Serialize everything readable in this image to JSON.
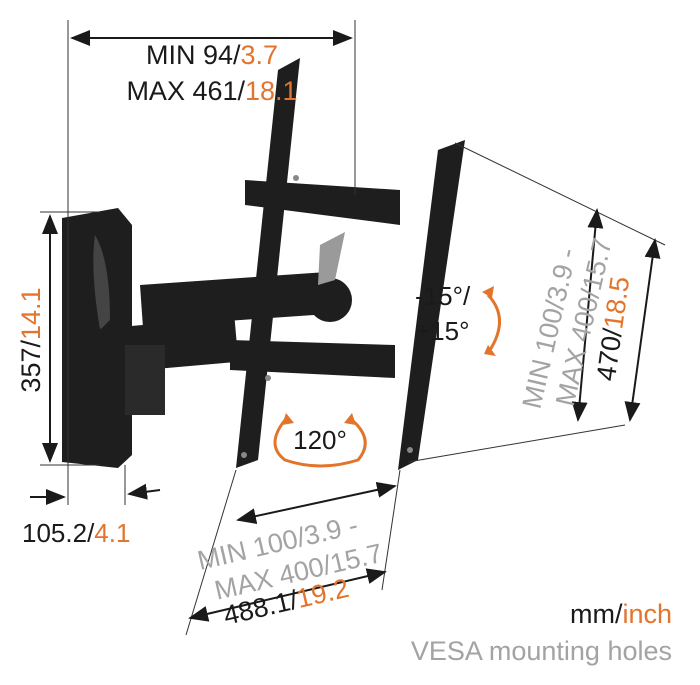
{
  "top_dim": {
    "min_prefix": "MIN 94/",
    "min_inch": "3.7",
    "max_prefix": "MAX 461/",
    "max_inch": "18.1"
  },
  "height_dim": {
    "mm": "357/",
    "inch": "14.1"
  },
  "depth_dim": {
    "mm": "105.2/",
    "inch": "4.1"
  },
  "vesa_horizontal": {
    "line1": "MIN 100/3.9 -",
    "line2": "MAX 400/15.7"
  },
  "width_dim": {
    "mm": "488.1/",
    "inch": "19.2"
  },
  "tilt": {
    "line1": "-15°/",
    "line2": "+15°"
  },
  "swivel": {
    "label": "120°"
  },
  "vesa_vertical": {
    "line1": "MIN 100/3.9 -",
    "line2": "MAX 400/15.7"
  },
  "plate_height_dim": {
    "mm": "470/",
    "inch": "18.5"
  },
  "legend": {
    "unit_mm": "mm/",
    "unit_inch": "inch",
    "caption": "VESA mounting holes"
  },
  "colors": {
    "accent": "#e2742c",
    "text": "#1a1a1a",
    "muted": "#a3a3a3"
  }
}
